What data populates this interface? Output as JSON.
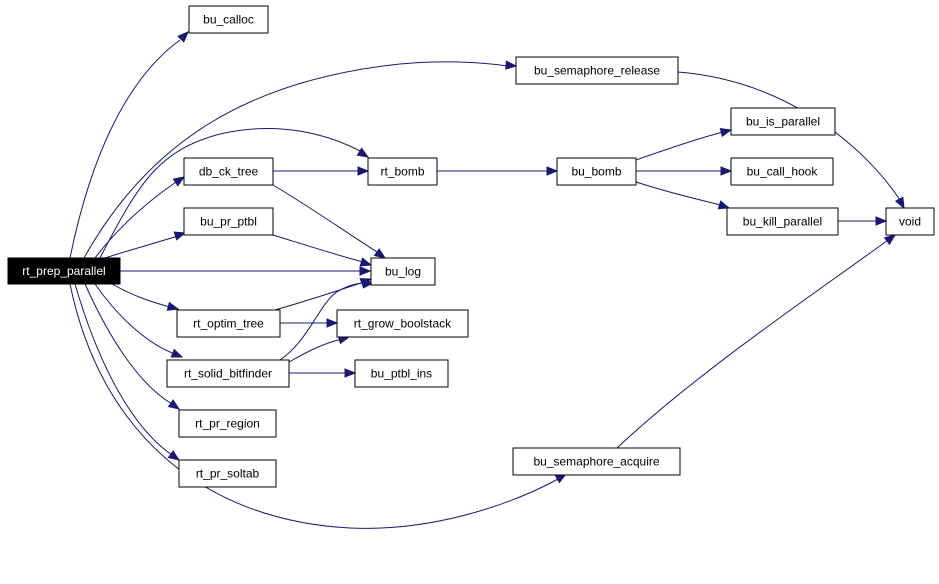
{
  "graph": {
    "root": "rt_prep_parallel",
    "colors": {
      "edge": "#191970",
      "root_fill": "#000000",
      "root_text": "#ffffff",
      "node_fill": "#ffffff",
      "node_border": "#000000"
    },
    "nodes": [
      {
        "id": "rt_prep_parallel",
        "label": "rt_prep_parallel",
        "root": true
      },
      {
        "id": "bu_calloc",
        "label": "bu_calloc"
      },
      {
        "id": "bu_semaphore_release",
        "label": "bu_semaphore_release"
      },
      {
        "id": "db_ck_tree",
        "label": "db_ck_tree"
      },
      {
        "id": "rt_bomb",
        "label": "rt_bomb"
      },
      {
        "id": "bu_bomb",
        "label": "bu_bomb"
      },
      {
        "id": "bu_is_parallel",
        "label": "bu_is_parallel"
      },
      {
        "id": "bu_call_hook",
        "label": "bu_call_hook"
      },
      {
        "id": "bu_kill_parallel",
        "label": "bu_kill_parallel"
      },
      {
        "id": "void",
        "label": "void"
      },
      {
        "id": "bu_pr_ptbl",
        "label": "bu_pr_ptbl"
      },
      {
        "id": "bu_log",
        "label": "bu_log"
      },
      {
        "id": "rt_optim_tree",
        "label": "rt_optim_tree"
      },
      {
        "id": "rt_grow_boolstack",
        "label": "rt_grow_boolstack"
      },
      {
        "id": "rt_solid_bitfinder",
        "label": "rt_solid_bitfinder"
      },
      {
        "id": "bu_ptbl_ins",
        "label": "bu_ptbl_ins"
      },
      {
        "id": "rt_pr_region",
        "label": "rt_pr_region"
      },
      {
        "id": "rt_pr_soltab",
        "label": "rt_pr_soltab"
      },
      {
        "id": "bu_semaphore_acquire",
        "label": "bu_semaphore_acquire"
      }
    ],
    "edges": [
      {
        "from": "rt_prep_parallel",
        "to": "bu_calloc"
      },
      {
        "from": "rt_prep_parallel",
        "to": "bu_semaphore_release"
      },
      {
        "from": "rt_prep_parallel",
        "to": "rt_bomb"
      },
      {
        "from": "rt_prep_parallel",
        "to": "db_ck_tree"
      },
      {
        "from": "rt_prep_parallel",
        "to": "bu_pr_ptbl"
      },
      {
        "from": "rt_prep_parallel",
        "to": "bu_log"
      },
      {
        "from": "rt_prep_parallel",
        "to": "rt_optim_tree"
      },
      {
        "from": "rt_prep_parallel",
        "to": "rt_solid_bitfinder"
      },
      {
        "from": "rt_prep_parallel",
        "to": "rt_pr_region"
      },
      {
        "from": "rt_prep_parallel",
        "to": "rt_pr_soltab"
      },
      {
        "from": "rt_prep_parallel",
        "to": "bu_semaphore_acquire"
      },
      {
        "from": "db_ck_tree",
        "to": "rt_bomb"
      },
      {
        "from": "db_ck_tree",
        "to": "bu_log"
      },
      {
        "from": "rt_bomb",
        "to": "bu_bomb"
      },
      {
        "from": "bu_bomb",
        "to": "bu_is_parallel"
      },
      {
        "from": "bu_bomb",
        "to": "bu_call_hook"
      },
      {
        "from": "bu_bomb",
        "to": "bu_kill_parallel"
      },
      {
        "from": "bu_kill_parallel",
        "to": "void"
      },
      {
        "from": "bu_semaphore_release",
        "to": "void"
      },
      {
        "from": "bu_semaphore_acquire",
        "to": "void"
      },
      {
        "from": "bu_pr_ptbl",
        "to": "bu_log"
      },
      {
        "from": "rt_optim_tree",
        "to": "bu_log"
      },
      {
        "from": "rt_optim_tree",
        "to": "rt_grow_boolstack"
      },
      {
        "from": "rt_solid_bitfinder",
        "to": "bu_log"
      },
      {
        "from": "rt_solid_bitfinder",
        "to": "rt_grow_boolstack"
      },
      {
        "from": "rt_solid_bitfinder",
        "to": "bu_ptbl_ins"
      }
    ]
  }
}
